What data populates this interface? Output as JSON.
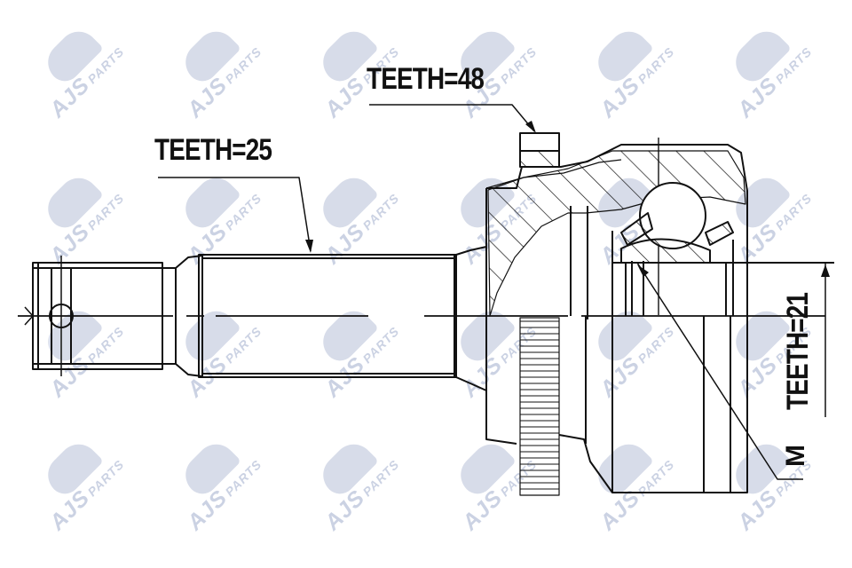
{
  "diagram": {
    "subject": "CV joint technical drawing",
    "labels": {
      "shaft_teeth": "TEETH=25",
      "abs_ring_teeth": "TEETH=48",
      "inner_teeth": "TEETH=21",
      "marker": "M"
    },
    "watermark": {
      "brand": "AJS",
      "suffix": "PARTS",
      "color": "#c3cbdf"
    },
    "colors": {
      "line": "#111111",
      "background": "#ffffff"
    }
  }
}
